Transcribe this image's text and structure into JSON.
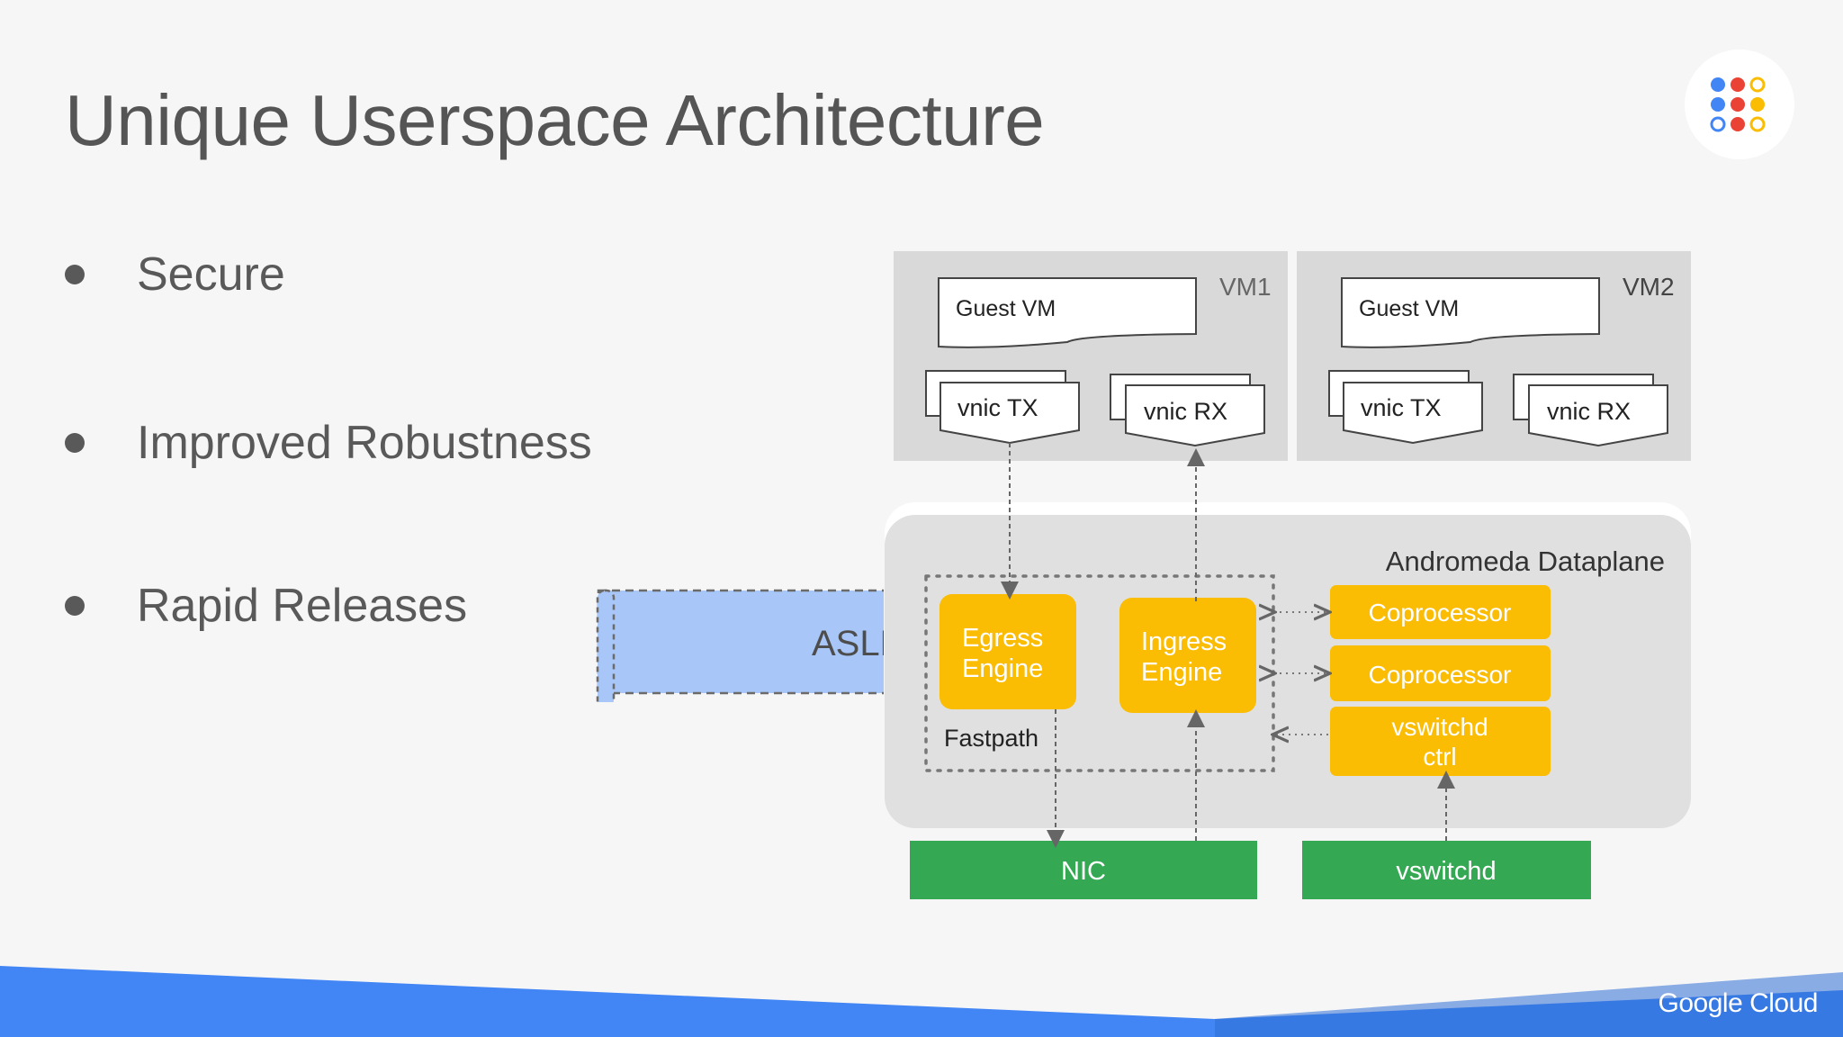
{
  "slide": {
    "title": "Unique Userspace Architecture",
    "bullets": [
      "Secure",
      "Improved Robustness",
      "Rapid Releases"
    ]
  },
  "diagram": {
    "aslr_label": "ASLR",
    "vm1": {
      "label": "VM1",
      "guest": "Guest VM",
      "tx": "vnic TX",
      "rx": "vnic RX"
    },
    "vm2": {
      "label": "VM2",
      "guest": "Guest VM",
      "tx": "vnic TX",
      "rx": "vnic RX"
    },
    "dataplane_label": "Andromeda Dataplane",
    "egress": [
      "Egress",
      "Engine"
    ],
    "ingress": [
      "Ingress",
      "Engine"
    ],
    "fastpath_label": "Fastpath",
    "coprocessor1": "Coprocessor",
    "coprocessor2": "Coprocessor",
    "vswitchd_ctrl": [
      "vswitchd",
      "ctrl"
    ],
    "nic": "NIC",
    "vswitchd": "vswitchd"
  },
  "footer": {
    "brand": "Google Cloud"
  },
  "colors": {
    "yellow": "#fbbc04",
    "green": "#34a853",
    "blue_band": "#4285f4",
    "aslr_blue": "#a8c7f8",
    "vm_gray": "#d9d9d9",
    "dataplane_gray": "#e0e0e0"
  },
  "icons": [
    "google-cloud-dots-logo"
  ]
}
